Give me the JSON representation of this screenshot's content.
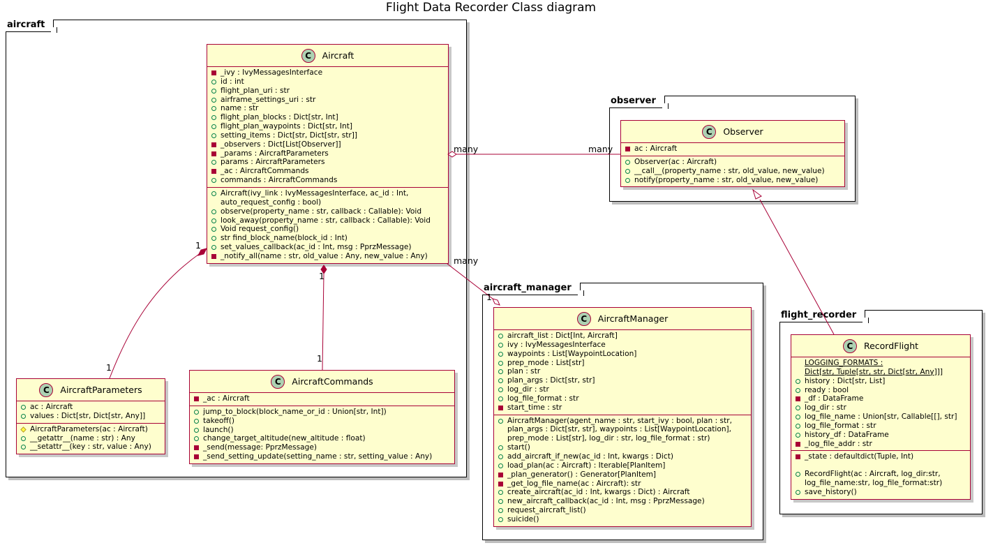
{
  "title": "Flight Data Recorder Class diagram",
  "colors": {
    "class_fill": "#fefece",
    "class_border": "#a80036",
    "badge": "#add1b2",
    "public": "#038048",
    "private": "#a80036"
  },
  "packages": {
    "aircraft": "aircraft",
    "observer": "observer",
    "aircraft_manager": "aircraft_manager",
    "flight_recorder": "flight_recorder"
  },
  "badge": "C",
  "classes": {
    "aircraft": {
      "name": "Aircraft",
      "attributes": [
        {
          "vis": "private",
          "text": "_ivy : IvyMessagesInterface"
        },
        {
          "vis": "public",
          "text": "id : int"
        },
        {
          "vis": "public",
          "text": "flight_plan_uri : str"
        },
        {
          "vis": "public",
          "text": "airframe_settings_uri : str"
        },
        {
          "vis": "public",
          "text": "name : str"
        },
        {
          "vis": "public",
          "text": "flight_plan_blocks : Dict[str, Int]"
        },
        {
          "vis": "public",
          "text": "flight_plan_waypoints : Dict[str, Int]"
        },
        {
          "vis": "public",
          "text": "setting_items : Dict[str, Dict[str, str]]"
        },
        {
          "vis": "private",
          "text": "_observers : Dict[List[Observer]]"
        },
        {
          "vis": "private",
          "text": "_params : AircraftParameters"
        },
        {
          "vis": "public",
          "text": "params : AircraftParameters"
        },
        {
          "vis": "private",
          "text": "_ac : AircraftCommands"
        },
        {
          "vis": "public",
          "text": "commands : AircraftCommands"
        }
      ],
      "methods": [
        {
          "vis": "public",
          "text": "Aircraft(ivy_link : IvyMessagesInterface, ac_id : Int,"
        },
        {
          "vis": "none",
          "text": "auto_request_config : bool)"
        },
        {
          "vis": "public",
          "text": "observe(property_name : str, callback : Callable): Void"
        },
        {
          "vis": "public",
          "text": "look_away(property_name : str, callback : Callable): Void"
        },
        {
          "vis": "public",
          "text": "Void request_config()"
        },
        {
          "vis": "public",
          "text": "str find_block_name(block_id : Int)"
        },
        {
          "vis": "public",
          "text": "set_values_callback(ac_id : Int, msg : PprzMessage)"
        },
        {
          "vis": "private",
          "text": "_notify_all(name : str, old_value : Any, new_value : Any)"
        }
      ]
    },
    "aircraft_parameters": {
      "name": "AircraftParameters",
      "attributes": [
        {
          "vis": "public",
          "text": "ac : Aircraft"
        },
        {
          "vis": "public",
          "text": "values : Dict[str, Dict[str, Any]]"
        }
      ],
      "methods": [
        {
          "vis": "protected",
          "text": "AircraftParameters(ac : Aircraft)"
        },
        {
          "vis": "public",
          "text": "__getattr__(name : str) : Any"
        },
        {
          "vis": "public",
          "text": "__setattr__(key : str, value : Any)"
        }
      ]
    },
    "aircraft_commands": {
      "name": "AircraftCommands",
      "attributes": [
        {
          "vis": "private",
          "text": "_ac : Aircraft"
        }
      ],
      "methods": [
        {
          "vis": "public",
          "text": "jump_to_block(block_name_or_id : Union[str, Int])"
        },
        {
          "vis": "public",
          "text": "takeoff()"
        },
        {
          "vis": "public",
          "text": "launch()"
        },
        {
          "vis": "public",
          "text": "change_target_altitude(new_altitude : float)"
        },
        {
          "vis": "private",
          "text": "_send(message: PprzMessage)"
        },
        {
          "vis": "private",
          "text": "_send_setting_update(setting_name : str, setting_value : Any)"
        }
      ]
    },
    "observer": {
      "name": "Observer",
      "attributes": [
        {
          "vis": "private",
          "text": "ac : Aircraft"
        }
      ],
      "methods": [
        {
          "vis": "public",
          "text": "Observer(ac : Aircraft)"
        },
        {
          "vis": "public",
          "text": "__call__(property_name : str, old_value, new_value)"
        },
        {
          "vis": "public",
          "text": "notify(property_name : str, old_value, new_value)"
        }
      ]
    },
    "aircraft_manager": {
      "name": "AircraftManager",
      "attributes": [
        {
          "vis": "public",
          "text": "aircraft_list : Dict[Int, Aircraft]"
        },
        {
          "vis": "public",
          "text": "ivy : IvyMessagesInterface"
        },
        {
          "vis": "public",
          "text": "waypoints : List[WaypointLocation]"
        },
        {
          "vis": "public",
          "text": "prep_mode : List[str]"
        },
        {
          "vis": "public",
          "text": "plan : str"
        },
        {
          "vis": "public",
          "text": "plan_args : Dict[str, str]"
        },
        {
          "vis": "public",
          "text": "log_dir : str"
        },
        {
          "vis": "public",
          "text": "log_file_format : str"
        },
        {
          "vis": "private",
          "text": "start_time : str"
        }
      ],
      "methods": [
        {
          "vis": "public",
          "text": "AircraftManager(agent_name : str, start_ivy : bool, plan : str,"
        },
        {
          "vis": "none",
          "text": "plan_args : Dict[str, str], waypoints : List[WaypointLocation],"
        },
        {
          "vis": "none",
          "text": "prep_mode : List[str], log_dir : str, log_file_format : str)"
        },
        {
          "vis": "public",
          "text": "start()"
        },
        {
          "vis": "public",
          "text": "add_aircraft_if_new(ac_id : Int, kwargs : Dict)"
        },
        {
          "vis": "public",
          "text": "load_plan(ac : Aircraft) : Iterable[PlanItem]"
        },
        {
          "vis": "private",
          "text": "_plan_generator() : Generator[PlanItem]"
        },
        {
          "vis": "private",
          "text": "_get_log_file_name(ac : Aircraft): str"
        },
        {
          "vis": "public",
          "text": "create_aircraft(ac_id : Int, kwargs : Dict) : Aircraft"
        },
        {
          "vis": "public",
          "text": "new_aircraft_callback(ac_id : Int, msg : PprzMessage)"
        },
        {
          "vis": "public",
          "text": "request_aircraft_list()"
        },
        {
          "vis": "public",
          "text": "suicide()"
        }
      ]
    },
    "record_flight": {
      "name": "RecordFlight",
      "attributes": [
        {
          "vis": "none",
          "text": "LOGGING_FORMATS :",
          "underline": true
        },
        {
          "vis": "none",
          "text": "Dict[str, Tuple[str, str, Dict[str, Any]]]",
          "underline": true
        },
        {
          "vis": "public",
          "text": "history : Dict[str, List]"
        },
        {
          "vis": "public",
          "text": "ready : bool"
        },
        {
          "vis": "private",
          "text": "_df : DataFrame"
        },
        {
          "vis": "public",
          "text": "log_dir : str"
        },
        {
          "vis": "public",
          "text": "log_file_name : Union[str, Callable[[], str]"
        },
        {
          "vis": "public",
          "text": "log_file_format : str"
        },
        {
          "vis": "public",
          "text": "history_df : DataFrame"
        },
        {
          "vis": "private",
          "text": "_log_file_addr : str"
        }
      ],
      "methods": [
        {
          "vis": "private",
          "text": "_state : defaultdict(Tuple, Int)"
        },
        {
          "vis": "gap",
          "text": ""
        },
        {
          "vis": "public",
          "text": "RecordFlight(ac : Aircraft, log_dir:str,"
        },
        {
          "vis": "none",
          "text": "log_file_name:str, log_file_format:str)"
        },
        {
          "vis": "public",
          "text": "save_history()"
        }
      ]
    }
  },
  "multiplicities": {
    "ac_obs_left": "many",
    "ac_obs_right": "many",
    "ac_params_top": "1",
    "ac_params_bottom": "1",
    "ac_cmd_top": "1",
    "ac_cmd_bottom": "1",
    "ac_mgr_top": "many",
    "ac_mgr_bottom": "1"
  }
}
